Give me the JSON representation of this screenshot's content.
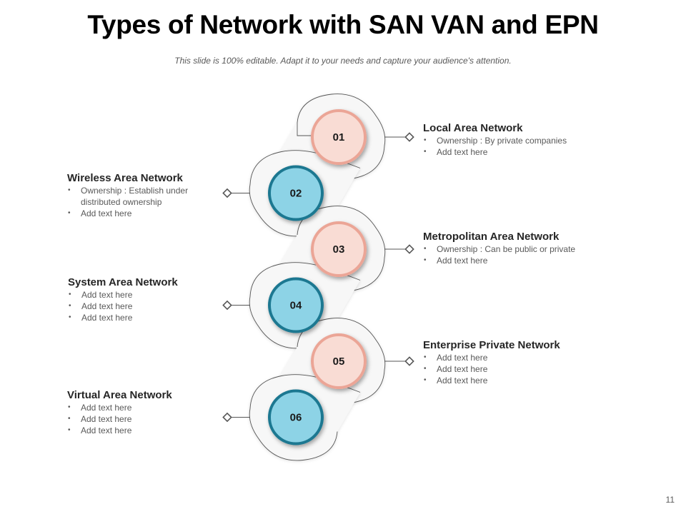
{
  "slide": {
    "title": "Types of Network with SAN VAN and EPN",
    "subtitle": "This slide is 100% editable. Adapt it to your needs and capture your audience's attention.",
    "page_number": "11"
  },
  "colors": {
    "pink_fill": "#f9dcd4",
    "pink_ring": "#eba596",
    "blue_fill": "#8dd3e6",
    "blue_ring": "#1f7891",
    "outline": "#555555"
  },
  "steps": [
    {
      "number": "01",
      "color": "pink",
      "side": "right",
      "title": "Local Area Network",
      "bullets": [
        "Ownership  : By private  companies",
        "Add text here"
      ]
    },
    {
      "number": "02",
      "color": "blue",
      "side": "left",
      "title": "Wireless Area Network",
      "bullets": [
        "Ownership  : Establish under distributed ownership",
        "Add text here"
      ]
    },
    {
      "number": "03",
      "color": "pink",
      "side": "right",
      "title": "Metropolitan Area Network",
      "bullets": [
        "Ownership  : Can be public or private",
        "Add text here"
      ]
    },
    {
      "number": "04",
      "color": "blue",
      "side": "left",
      "title": "System Area Network",
      "bullets": [
        "Add text here",
        "Add text here",
        "Add text here"
      ]
    },
    {
      "number": "05",
      "color": "pink",
      "side": "right",
      "title": "Enterprise Private Network",
      "bullets": [
        "Add text here",
        "Add text here",
        "Add text here"
      ]
    },
    {
      "number": "06",
      "color": "blue",
      "side": "left",
      "title": "Virtual Area Network",
      "bullets": [
        "Add text here",
        "Add text here",
        "Add text here"
      ]
    }
  ]
}
